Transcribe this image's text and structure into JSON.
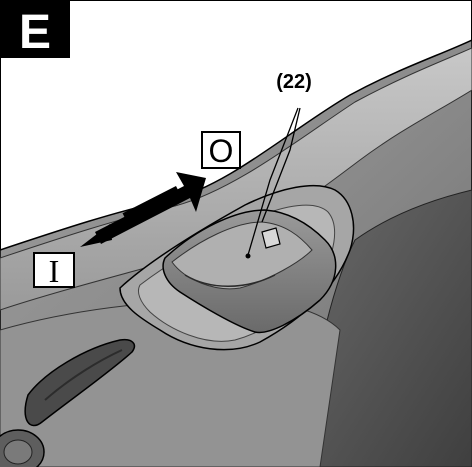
{
  "figure": {
    "section_letter": "E",
    "callout_label": "(22)",
    "symbol_off": "O",
    "symbol_on": "I"
  },
  "colors": {
    "background": "#ffffff",
    "badge": "#000000",
    "housing_light": "#a9a9a9",
    "housing_mid": "#8a8a8a",
    "housing_dark": "#5a5a5a",
    "arrow": "#000000"
  }
}
